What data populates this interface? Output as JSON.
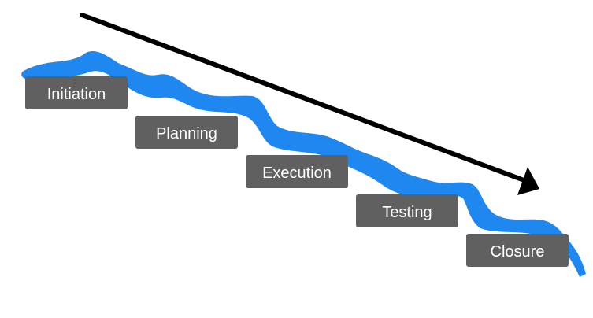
{
  "colors": {
    "river": "#1e88f0",
    "box": "#606060",
    "label_text": "#ffffff",
    "arrow": "#000000",
    "background": "#ffffff"
  },
  "phases": [
    {
      "label": "Initiation"
    },
    {
      "label": "Planning"
    },
    {
      "label": "Execution"
    },
    {
      "label": "Testing"
    },
    {
      "label": "Closure"
    }
  ],
  "icons": {
    "trend_arrow": "arrow-down-right-icon"
  }
}
